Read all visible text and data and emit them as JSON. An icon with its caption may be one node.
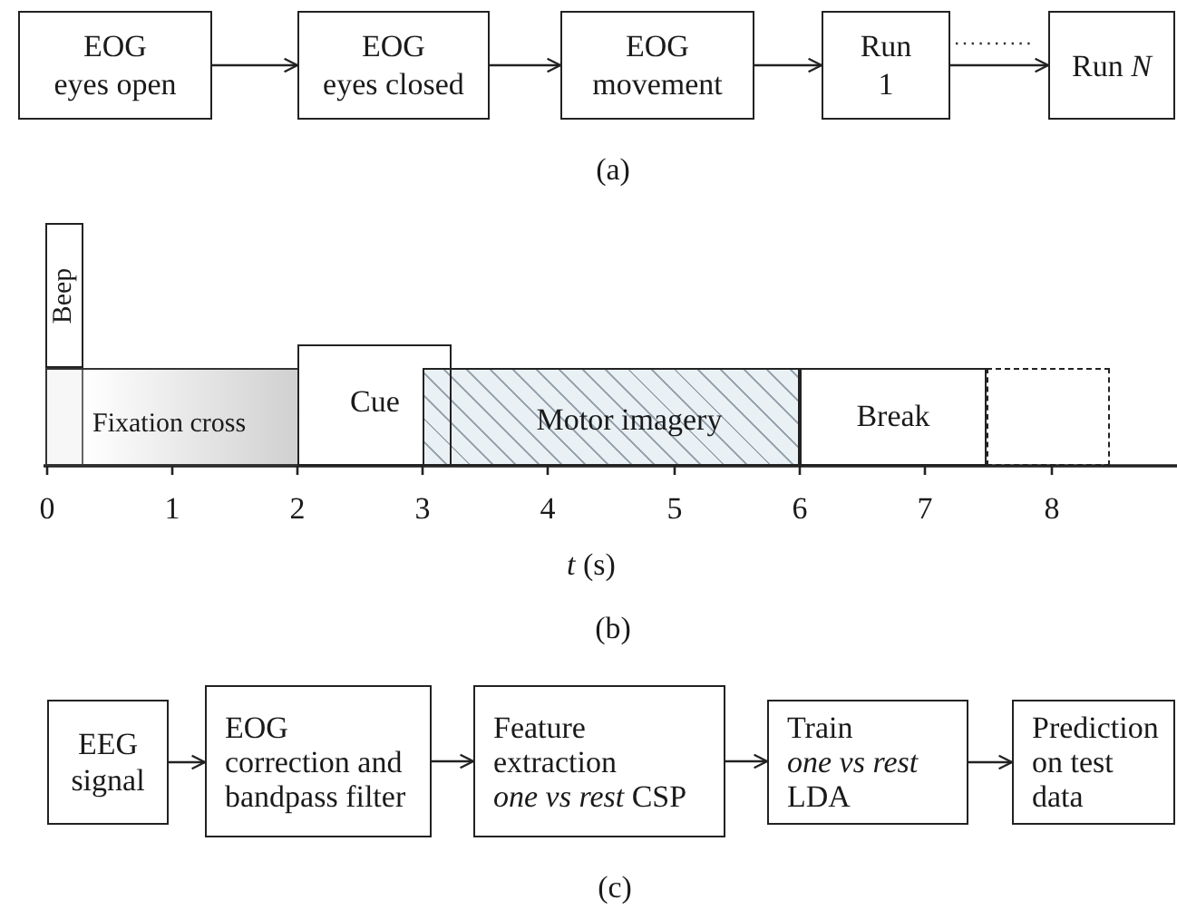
{
  "diagram": {
    "nodes": [
      {
        "text": [
          "EOG",
          "eyes open"
        ]
      },
      {
        "text": [
          "EOG",
          "eyes closed"
        ]
      },
      {
        "text": [
          "EOG",
          "movement"
        ]
      },
      {
        "text": [
          "Run",
          "1"
        ]
      },
      {
        "text": [
          "Run *N*"
        ]
      },
      {
        "text": [
          "Beep"
        ]
      },
      {
        "text": [
          "Fixation cross"
        ]
      },
      {
        "text": [
          "Cue"
        ]
      },
      {
        "text": [
          "Motor imagery"
        ]
      },
      {
        "text": [
          "Break"
        ]
      },
      {
        "text": [],
        "shape": "box"
      },
      {
        "text": [
          "EEG signal"
        ]
      },
      {
        "text": [
          "EOG correction and bandpass filter"
        ]
      },
      {
        "text": [
          "Feature extraction *one vs rest* CSP"
        ]
      },
      {
        "text": [
          "Train *one vs rest* LDA"
        ]
      },
      {
        "text": [
          "Prediction on test data"
        ]
      }
    ],
    "edges": [
      {
        "from": 0,
        "to": 1,
        "arrow": "to"
      },
      {
        "from": 1,
        "to": 2,
        "arrow": "to"
      },
      {
        "from": 2,
        "to": 3,
        "arrow": "to"
      },
      {
        "from": 3,
        "to": 4,
        "arrow": "to"
      },
      {
        "from": 11,
        "to": 12,
        "arrow": "to"
      },
      {
        "from": 12,
        "to": 13,
        "arrow": "to"
      },
      {
        "from": 13,
        "to": 14,
        "arrow": "to"
      },
      {
        "from": 14,
        "to": 15,
        "arrow": "to"
      }
    ],
    "labels": [
      "(a)",
      "0",
      "1",
      "2",
      "3",
      "4",
      "5",
      "6",
      "7",
      "8",
      "*t* (s)",
      "(b)",
      "(c)"
    ]
  }
}
